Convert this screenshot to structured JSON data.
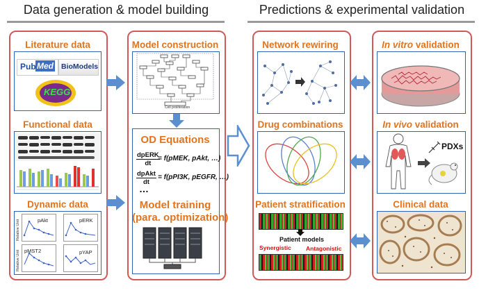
{
  "sections": {
    "left_title": "Data generation & model building",
    "right_title": "Predictions & experimental validation"
  },
  "panel1": {
    "literature": {
      "title": "Literature data",
      "pubmed_a": "Pub",
      "pubmed_b": "Med",
      "biomodels": "BioModels",
      "kegg": "KEGG"
    },
    "functional": {
      "title": "Functional data"
    },
    "dynamic": {
      "title": "Dynamic data",
      "plots": [
        "pAkt",
        "pERK",
        "pMST2",
        "pYAP"
      ],
      "ylabel": "Relative Unit"
    }
  },
  "panel2": {
    "model_construction": {
      "title": "Model construction",
      "node_label": "Cell proliferation"
    },
    "od": {
      "title": "OD Equations",
      "eq1_num": "dpERK",
      "eq1_den": "dt",
      "eq1_rhs": "= f(pMEK, pAkt, …)",
      "eq2_num": "dpAkt",
      "eq2_den": "dt",
      "eq2_rhs": "= f(pPI3K, pEGFR, …)",
      "ellipsis": "…",
      "training_line1": "Model training",
      "training_line2": "(para. optimization)"
    }
  },
  "panel3": {
    "network": {
      "title": "Network rewiring"
    },
    "drug": {
      "title": "Drug combinations"
    },
    "patient": {
      "title": "Patient stratification",
      "models_label": "Patient models",
      "synergistic": "Synergistic",
      "antagonistic": "Antagonistic"
    }
  },
  "panel4": {
    "invitro": {
      "title_italic": "In vitro",
      "title_rest": " validation"
    },
    "invivo": {
      "title_italic": "In vivo",
      "title_rest": " validation",
      "pdx": "PDXs"
    },
    "clinical": {
      "title": "Clinical data"
    }
  },
  "colors": {
    "panel_border": "#d05a5a",
    "box_border": "#2a63b8",
    "header": "#e2741d",
    "arrow": "#5b8fd0"
  }
}
